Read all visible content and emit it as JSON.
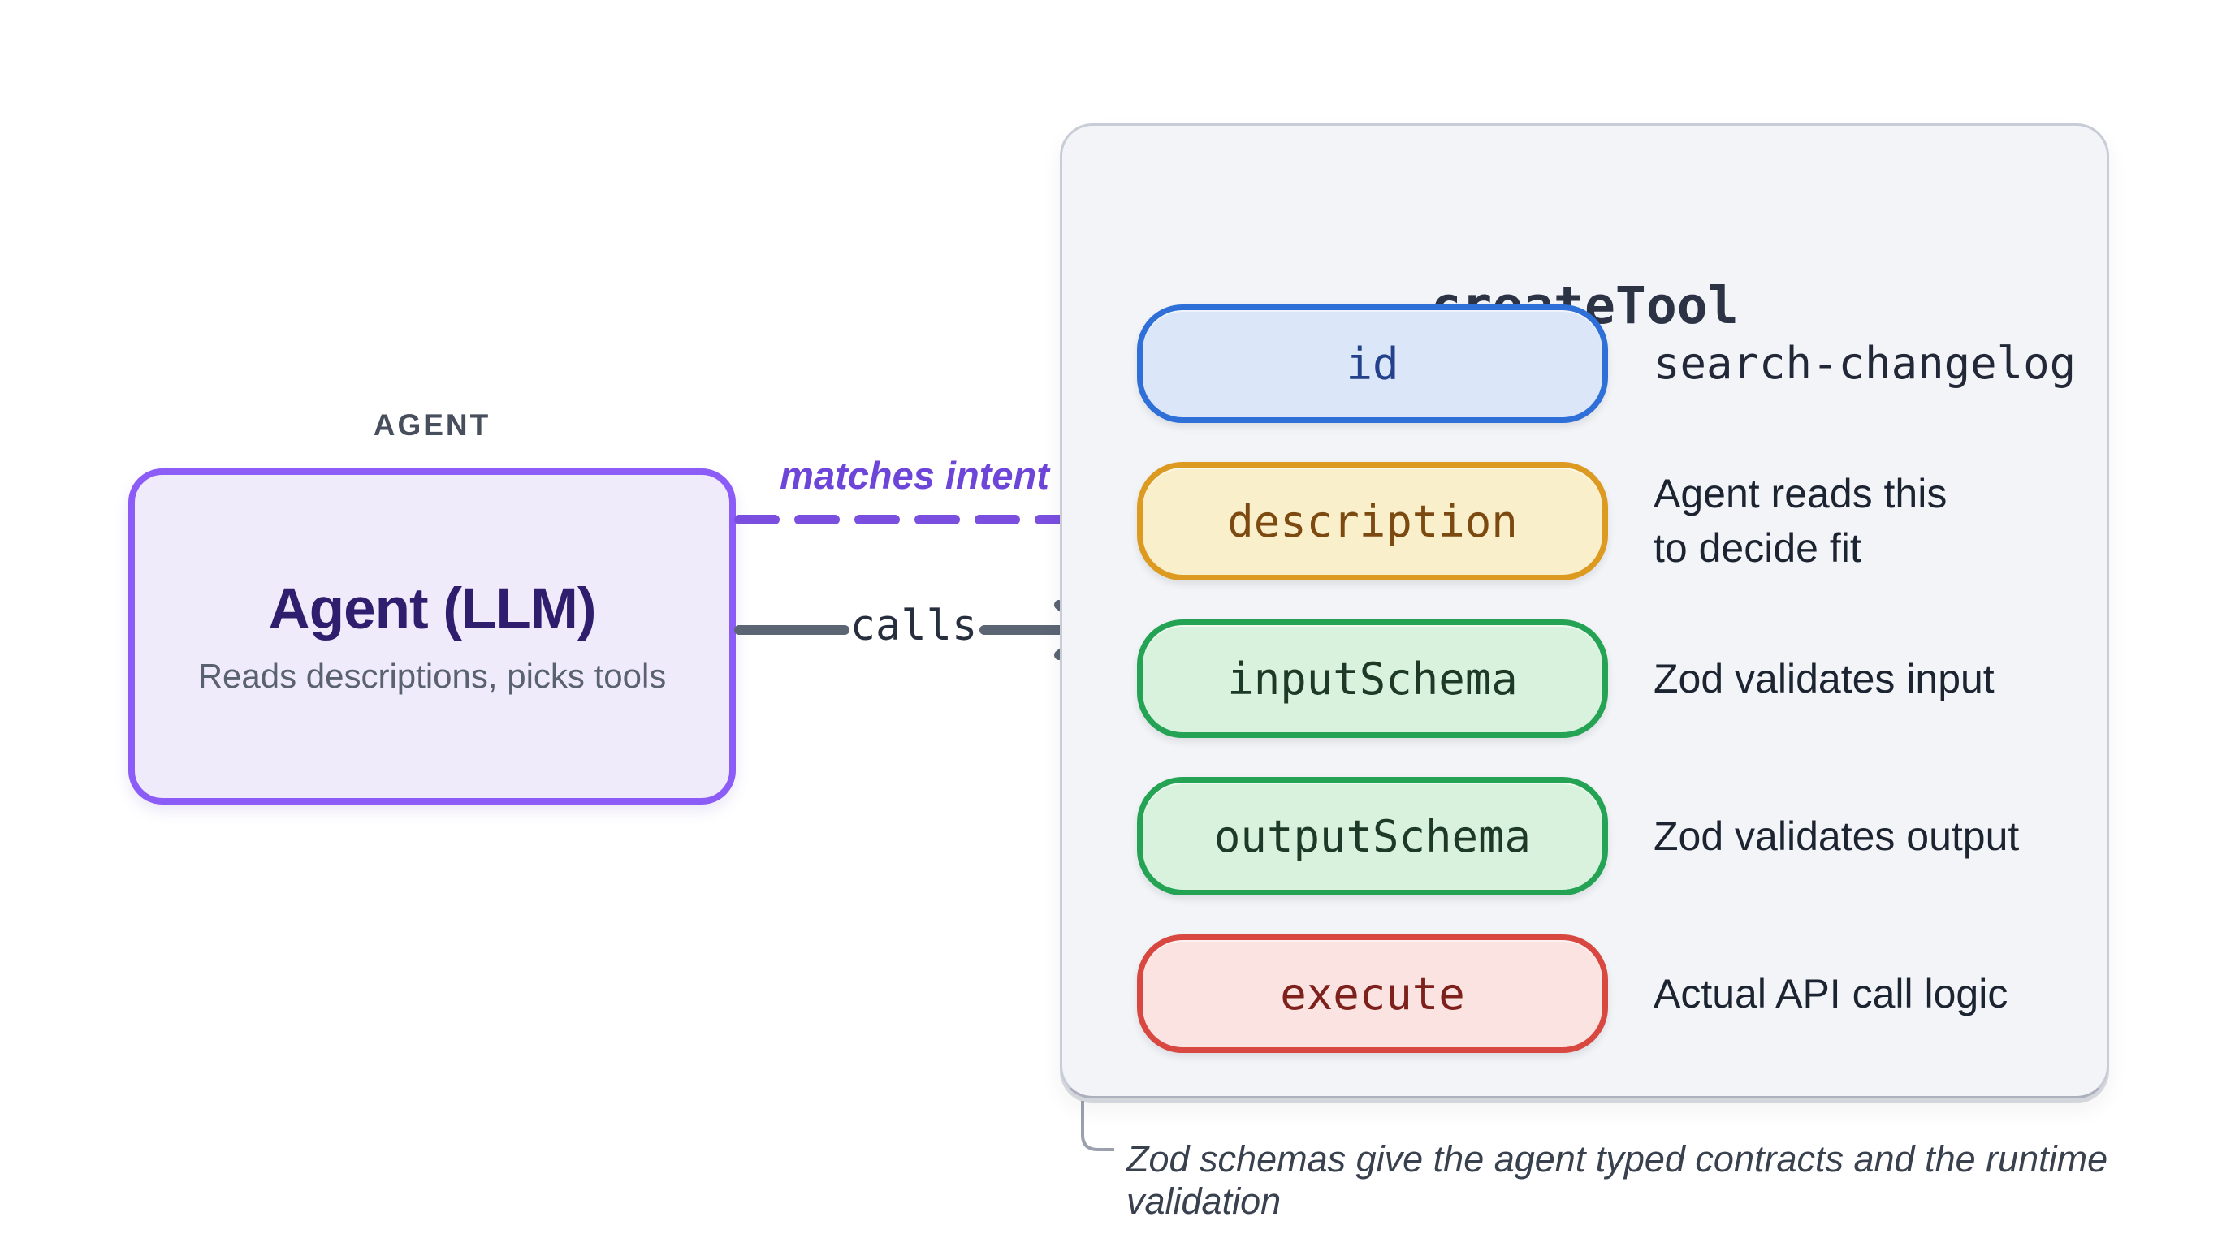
{
  "agent": {
    "eyebrow": "AGENT",
    "title": "Agent (LLM)",
    "subtitle": "Reads descriptions, picks tools"
  },
  "arrows": {
    "matches_intent_label": "matches intent",
    "calls_label": "calls"
  },
  "tool_panel": {
    "title": "createTool",
    "rows": [
      {
        "field": "id",
        "annotation": "search-changelog",
        "color": "blue"
      },
      {
        "field": "description",
        "annotation": "Agent reads this\nto decide fit",
        "color": "amber"
      },
      {
        "field": "inputSchema",
        "annotation": "Zod validates input",
        "color": "green"
      },
      {
        "field": "outputSchema",
        "annotation": "Zod validates output",
        "color": "green"
      },
      {
        "field": "execute",
        "annotation": "Actual API call logic",
        "color": "red"
      }
    ],
    "footnote": "Zod schemas give the agent typed contracts and the runtime validation"
  },
  "colors": {
    "agent_border": "#8b5cf6",
    "agent_fill": "#efebfa",
    "panel_fill": "#f2f4f7",
    "blue_border": "#2f6fd8",
    "amber_border": "#dd9a20",
    "green_border": "#25a355",
    "red_border": "#d84840",
    "dashed_arrow": "#7a4fe0",
    "solid_arrow": "#5c6574"
  }
}
